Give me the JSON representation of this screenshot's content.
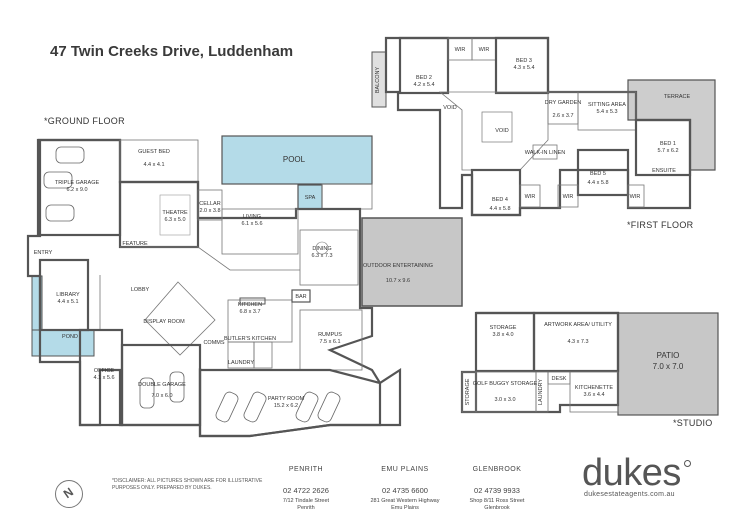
{
  "title": "47 Twin Creeks Drive, Luddenham",
  "sections": {
    "ground_floor": "*GROUND FLOOR",
    "first_floor": "*FIRST FLOOR",
    "studio": "*STUDIO"
  },
  "rooms": {
    "triple_garage": {
      "name": "TRIPLE GARAGE",
      "size": "6.2 x 9.0"
    },
    "guest_bed": {
      "name": "GUEST BED",
      "size": "4.4 x 4.1"
    },
    "theatre": {
      "name": "THEATRE",
      "size": "6.3 x 5.0"
    },
    "cellar": {
      "name": "CELLAR",
      "size": "2.0 x 3.8"
    },
    "living": {
      "name": "LIVING",
      "size": "6.1 x 5.6"
    },
    "pool": {
      "name": "POOL"
    },
    "spa": {
      "name": "SPA"
    },
    "entry": {
      "name": "ENTRY"
    },
    "library": {
      "name": "LIBRARY",
      "size": "4.4 x 5.1"
    },
    "pond": {
      "name": "POND"
    },
    "lobby": {
      "name": "LOBBY"
    },
    "dining": {
      "name": "DINING",
      "size": "6.3 x 7.3"
    },
    "bar": {
      "name": "BAR"
    },
    "kitchen": {
      "name": "KITCHEN",
      "size": "6.8 x 3.7"
    },
    "butlers_kitchen": {
      "name": "BUTLER'S KITCHEN"
    },
    "rumpus": {
      "name": "RUMPUS",
      "size": "7.5 x 6.1"
    },
    "outdoor_entertaining": {
      "name": "OUTDOOR ENTERTAINING",
      "size": "10.7 x 9.6"
    },
    "office": {
      "name": "OFFICE",
      "size": "4.1 x 5.6"
    },
    "double_garage": {
      "name": "DOUBLE GARAGE",
      "size": "7.0 x 6.0"
    },
    "party_room": {
      "name": "PARTY ROOM",
      "size": "15.2 x 6.2"
    },
    "display_room": {
      "name": "DISPLAY ROOM"
    },
    "laundry": {
      "name": "LAUNDRY"
    },
    "comms": {
      "name": "COMMS"
    },
    "feature": {
      "name": "FEATURE"
    },
    "balcony": {
      "name": "BALCONY"
    },
    "bed2": {
      "name": "BED 2",
      "size": "4.2 x 5.4"
    },
    "bed3": {
      "name": "BED 3",
      "size": "4.3 x 5.4"
    },
    "bed1": {
      "name": "BED 1",
      "size": "5.7 x 6.2"
    },
    "bed4": {
      "name": "BED 4",
      "size": "4.4 x 5.8"
    },
    "bed5": {
      "name": "BED 5",
      "size": "4.4 x 5.8"
    },
    "dry_garden": {
      "name": "DRY GARDEN",
      "size": "2.6 x 3.7"
    },
    "sitting_area": {
      "name": "SITTING AREA",
      "size": "5.4 x 5.3"
    },
    "terrace": {
      "name": "TERRACE"
    },
    "void": {
      "name": "VOID"
    },
    "walk_in_linen": {
      "name": "WALK-IN LINEN"
    },
    "wir": {
      "name": "WIR"
    },
    "ensuite": {
      "name": "ENSUITE"
    },
    "storage": {
      "name": "STORAGE",
      "size": "3.8 x 4.0"
    },
    "artwork_area": {
      "name": "ARTWORK AREA/ UTILITY",
      "size": "4.3 x 7.3"
    },
    "patio": {
      "name": "PATIO",
      "size": "7.0 x 7.0"
    },
    "golf_buggy_storage": {
      "name": "GOLF BUGGY STORAGE",
      "size": "3.0 x 3.0"
    },
    "desk": {
      "name": "DESK"
    },
    "kitchenette": {
      "name": "KITCHENETTE",
      "size": "3.6 x 4.4"
    },
    "storage_small": {
      "name": "STORAGE"
    },
    "laundry_small": {
      "name": "LAUNDRY"
    }
  },
  "footer": {
    "disclaimer": "*DISCLAIMER: ALL PICTURES SHOWN ARE FOR ILLUSTRATIVE PURPOSES ONLY. PREPARED BY DUKES.",
    "offices": [
      {
        "name": "PENRITH",
        "phone": "02 4722 2626",
        "address1": "7/12 Tindale Street",
        "address2": "Penrith"
      },
      {
        "name": "EMU PLAINS",
        "phone": "02 4735 6600",
        "address1": "281 Great Western Highway",
        "address2": "Emu Plains"
      },
      {
        "name": "GLENBROOK",
        "phone": "02 4739 9933",
        "address1": "Shop 8/11 Ross Street",
        "address2": "Glenbrook"
      }
    ],
    "brand": "dukes",
    "website": "dukesestateagents.com.au"
  },
  "colors": {
    "wall": "#555555",
    "pool": "#b4dbe8",
    "outdoor": "#c7c7c7",
    "terrace": "#cdcdcd",
    "text": "#333333"
  }
}
